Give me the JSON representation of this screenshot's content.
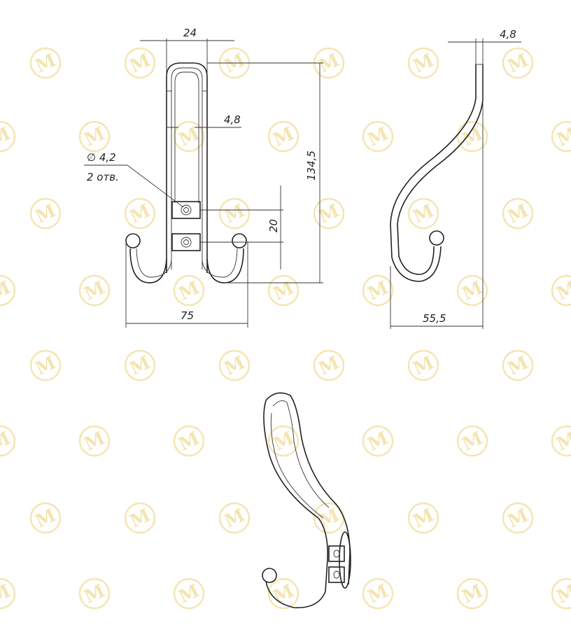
{
  "watermark": {
    "text": "M",
    "color": "#f1dfa0"
  },
  "front_view": {
    "dim_top_width": "24",
    "dim_slot_width": "4,8",
    "hole_diameter": "∅ 4,2",
    "hole_count": "2 отв.",
    "dim_height": "134,5",
    "dim_hole_spacing": "20",
    "dim_total_width": "75"
  },
  "side_view": {
    "dim_thickness": "4,8",
    "dim_depth": "55,5"
  }
}
